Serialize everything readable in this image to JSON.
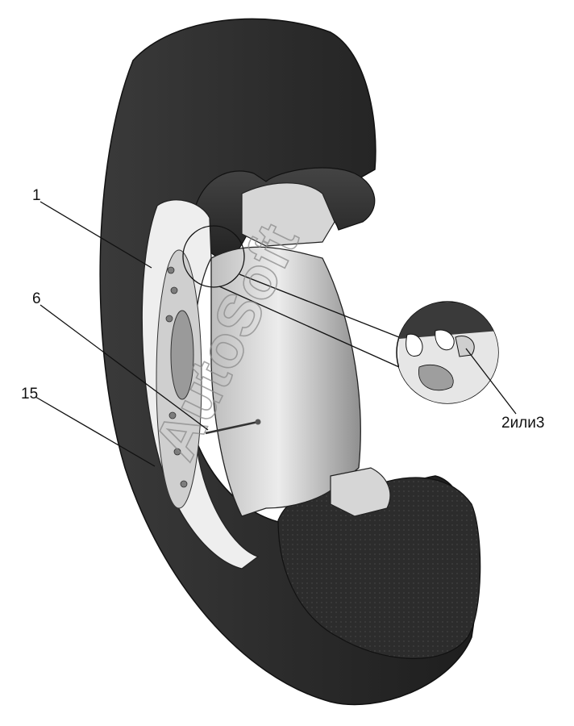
{
  "callouts": [
    {
      "id": "1",
      "label": "1"
    },
    {
      "id": "6",
      "label": "6"
    },
    {
      "id": "15",
      "label": "15"
    },
    {
      "id": "detail",
      "label": "2или3"
    }
  ],
  "watermark": {
    "text": "AutoSoft"
  },
  "colors": {
    "tire": "#2e2e2e",
    "tire_shadow": "#1c1c1c",
    "rim": "#d9d9d9",
    "rim_shade": "#9c9c9c",
    "detail_bg": "#f2f2f2"
  }
}
